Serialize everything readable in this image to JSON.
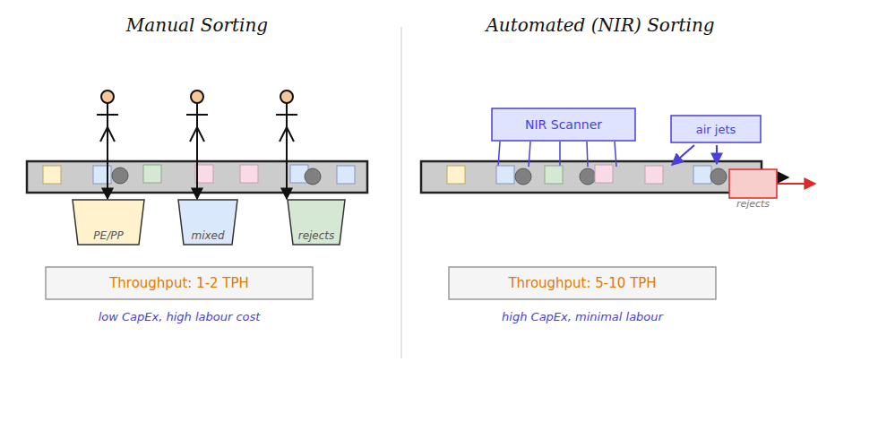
{
  "diagram": {
    "nodes": [
      {
        "text": [
          "PE/PP"
        ]
      },
      {
        "text": [
          "mixed"
        ]
      },
      {
        "text": [
          "rejects"
        ]
      },
      {
        "text": [
          "Throughput: 1-2 TPH"
        ]
      },
      {
        "text": [
          "NIR Scanner"
        ]
      },
      {
        "text": [
          "air jets"
        ]
      },
      {
        "text": [
          "rejects"
        ]
      },
      {
        "text": [
          "Throughput: 5-10 TPH"
        ]
      }
    ],
    "labels": [
      "Manual Sorting",
      "Automated (NIR) Sorting",
      "low CapEx, high labour cost",
      "high CapEx, minimal labour"
    ]
  }
}
